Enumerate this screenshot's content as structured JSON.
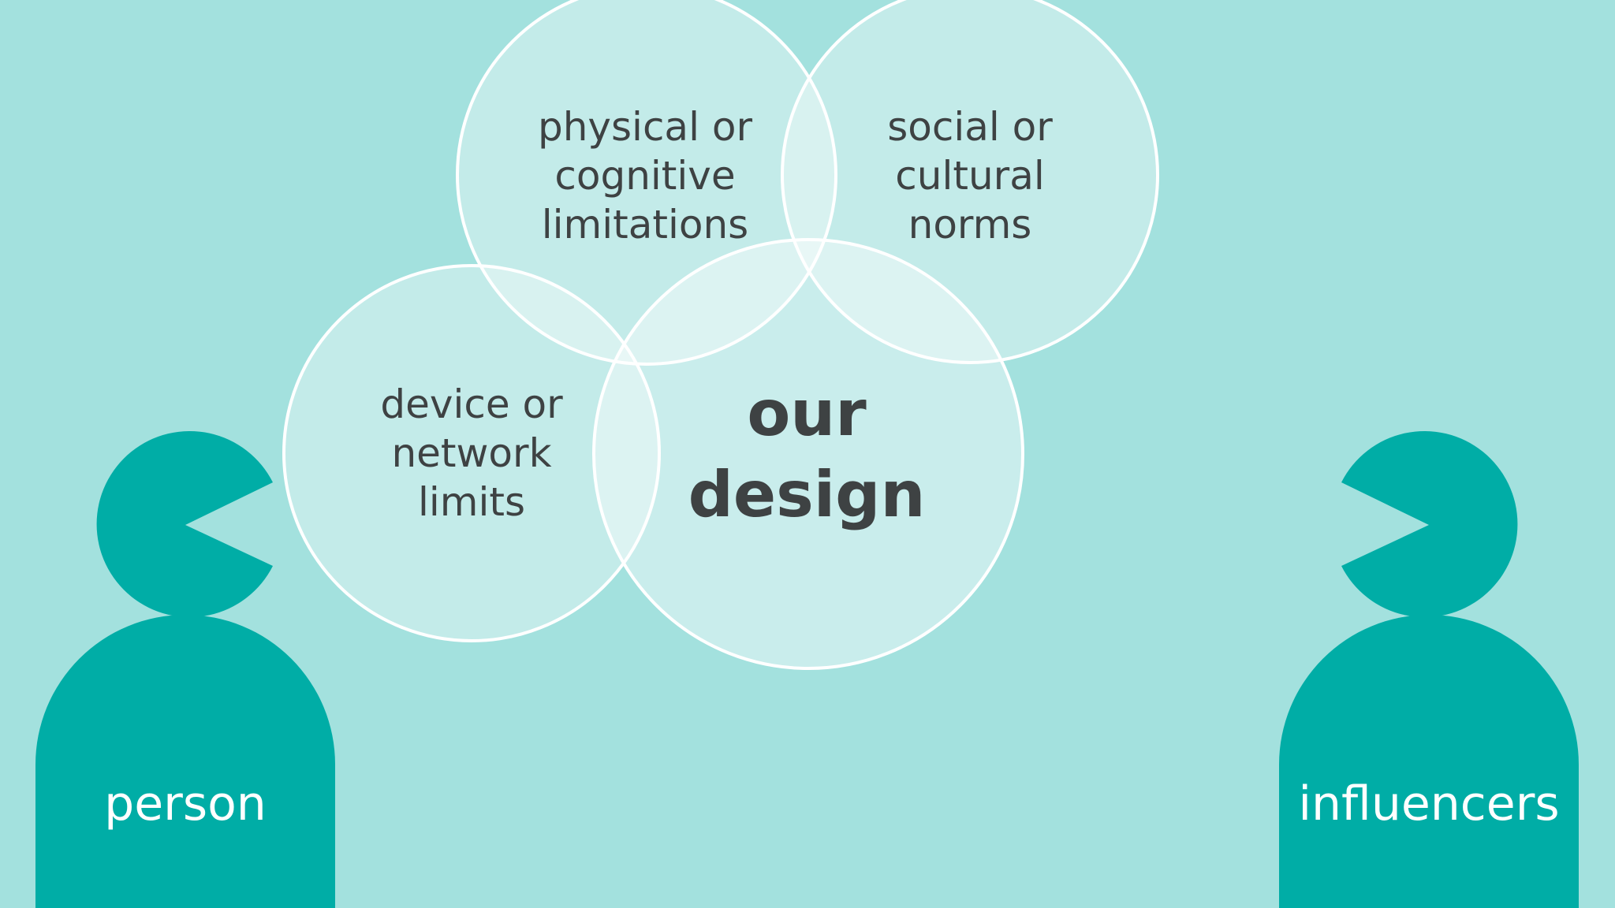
{
  "colors": {
    "background": "#a3e1de",
    "figure_fill": "#00ada6",
    "circle_fill": "#ffffff",
    "circle_stroke": "#ffffff",
    "text_dark": "#3e4243",
    "text_light": "#ffffff"
  },
  "venn": {
    "circles": [
      {
        "key": "physical",
        "lines": [
          "physical or",
          "cognitive",
          "limitations"
        ]
      },
      {
        "key": "social",
        "lines": [
          "social or",
          "cultural",
          "norms"
        ]
      },
      {
        "key": "device",
        "lines": [
          "device or",
          "network",
          "limits"
        ]
      },
      {
        "key": "design",
        "lines": [
          "our",
          "design"
        ]
      }
    ]
  },
  "figures": {
    "left_label": "person",
    "right_label": "influencers"
  }
}
